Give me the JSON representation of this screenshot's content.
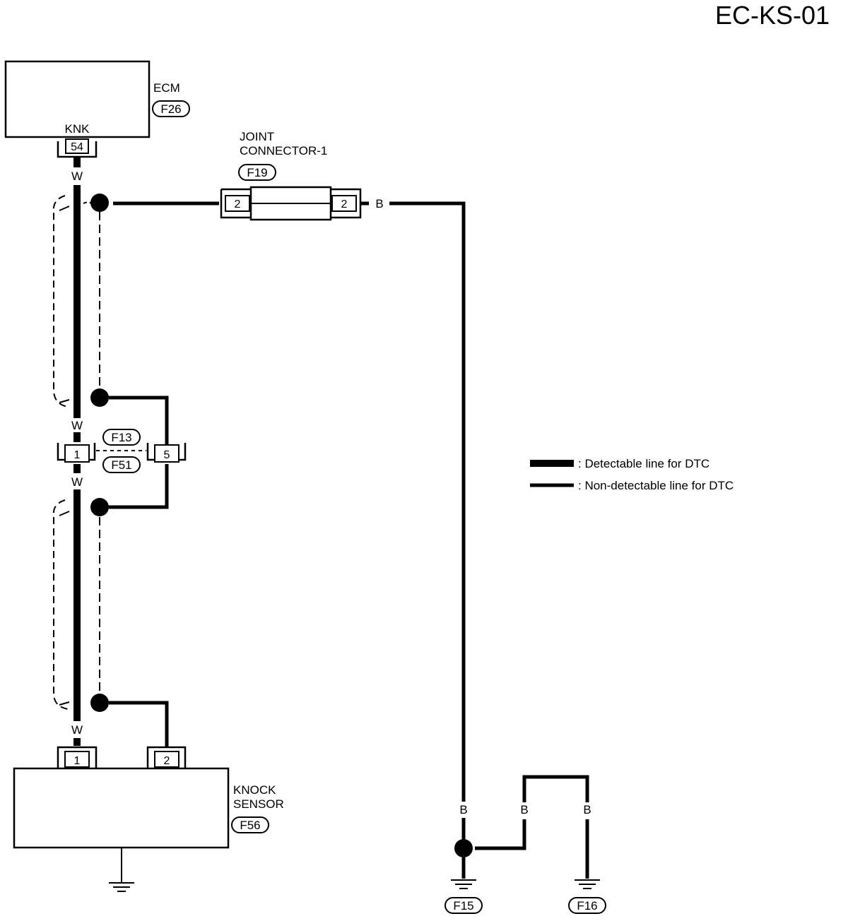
{
  "page_code": "EC-KS-01",
  "ecm": {
    "name": "ECM",
    "connector": "F26",
    "terminal_name": "KNK",
    "terminal_pin": "54"
  },
  "joint_connector": {
    "name_line1": "JOINT",
    "name_line2": "CONNECTOR-1",
    "connector": "F19",
    "pin_left": "2",
    "pin_right": "2"
  },
  "harness_connector": {
    "connector_top": "F13",
    "connector_bottom": "F51",
    "pin_left": "1",
    "pin_right": "5"
  },
  "knock_sensor": {
    "name_line1": "KNOCK",
    "name_line2": "SENSOR",
    "connector": "F56",
    "pin_signal": "1",
    "pin_shield": "2"
  },
  "wire_colors": {
    "signal_1": "W",
    "signal_2": "W",
    "signal_3": "W",
    "signal_4": "W",
    "ground_1": "B",
    "ground_2": "B",
    "ground_3": "B",
    "ground_4": "B"
  },
  "grounds": {
    "ground_left": "F15",
    "ground_right": "F16"
  },
  "legend": {
    "detectable": ": Detectable line for DTC",
    "non_detectable": ": Non-detectable line for DTC"
  }
}
